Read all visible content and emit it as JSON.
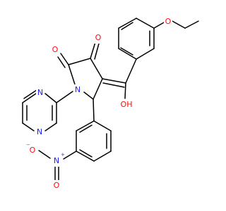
{
  "atoms": {
    "o_ethoxy": "O",
    "o_c2": "O",
    "o_c3": "O",
    "oh": "OH",
    "n_pyrrolidine": "N",
    "n_pyrimidine_1": "N",
    "n_pyrimidine_2": "N",
    "n_nitro": "N",
    "n_nitro_charge": "+",
    "o_nitro_1": "O",
    "o_nitro_1_charge": "−",
    "o_nitro_2": "O"
  },
  "colors": {
    "carbon_bond": "#000000",
    "oxygen": "#ff0d0d",
    "nitrogen": "#2020ff",
    "background": "#ffffff"
  }
}
